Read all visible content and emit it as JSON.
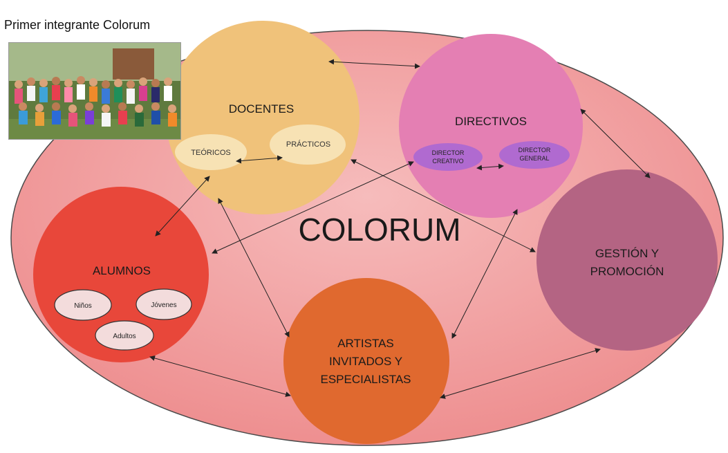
{
  "photo_caption": "Primer integrante Colorum",
  "center_title": "COLORUM",
  "nodes": {
    "docentes": {
      "title": "DOCENTES",
      "sub": [
        "TEÓRICOS",
        "PRÁCTICOS"
      ],
      "color": "#f0c27a"
    },
    "directivos": {
      "title": "DIRECTIVOS",
      "sub": [
        [
          "DIRECTOR",
          "CREATIVO"
        ],
        [
          "DIRECTOR",
          "GENERAL"
        ]
      ],
      "color": "#e47fb3"
    },
    "alumnos": {
      "title": "ALUMNOS",
      "sub": [
        "Niños",
        "Jóvenes",
        "Adultos"
      ],
      "color": "#e8473a"
    },
    "gestion": {
      "title_lines": [
        "GESTIÓN Y",
        "PROMOCIÓN"
      ],
      "color": "#b46483"
    },
    "artistas": {
      "title_lines": [
        "ARTISTAS",
        "INVITADOS Y",
        "ESPECIALISTAS"
      ],
      "color": "#e0692f"
    }
  },
  "colors": {
    "ellipse": "#f2a2a2",
    "ellipse_stroke": "#4a4a4a",
    "arrow": "#222222"
  }
}
